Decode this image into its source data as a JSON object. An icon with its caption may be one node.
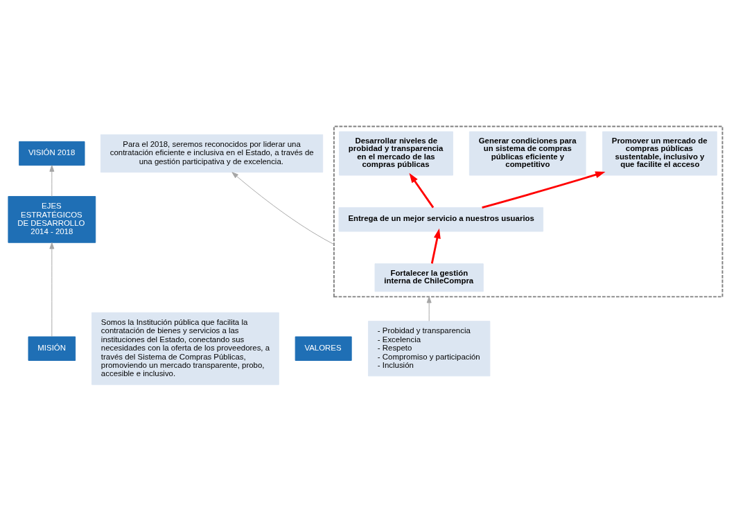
{
  "diagram": {
    "nodes": [
      {
        "text": [
          "VISIÓN 2018"
        ]
      },
      {
        "text": [
          "Para el 2018, seremos reconocidos por liderar una contratación eficiente e inclusiva en el Estado, a través de una gestión participativa y de excelencia."
        ]
      },
      {
        "text": [
          "EJES ESTRATÉGICOS DE DESARROLLO 2014 - 2018"
        ]
      },
      {
        "text": [],
        "shape": "box"
      },
      {
        "text": [
          "Desarrollar niveles de probidad y transparencia en el mercado de las compras públicas"
        ],
        "in": 3
      },
      {
        "text": [
          "Generar condiciones para un sistema de compras públicas eficiente y competitivo"
        ],
        "in": 3
      },
      {
        "text": [
          "Promover un mercado de compras públicas sustentable, inclusivo y que facilite el acceso"
        ],
        "in": 3
      },
      {
        "text": [
          "Entrega de un mejor servicio a nuestros usuarios"
        ],
        "in": 3
      },
      {
        "text": [
          "Fortalecer la gestión interna de ChileCompra"
        ],
        "in": 3
      },
      {
        "text": [
          "MISIÓN"
        ]
      },
      {
        "text": [
          "Somos la Institución pública que facilita la contratación de bienes y servicios a las instituciones del Estado, conectando sus necesidades con la oferta de los proveedores, a través del Sistema de Compras Públicas, promoviendo un mercado transparente, probo, accesible e inclusivo."
        ]
      },
      {
        "text": [
          "VALORES"
        ]
      },
      {
        "text": [
          "- Probidad y transparencia",
          "- Excelencia",
          "- Respeto",
          "- Compromiso y participación",
          "- Inclusión"
        ]
      }
    ],
    "edges": [
      {
        "from": 2,
        "to": 0,
        "arrow": "to",
        "color": "#a6a6a6"
      },
      {
        "from": 3,
        "to": 1,
        "arrow": "to",
        "color": "#a6a6a6"
      },
      {
        "from": 7,
        "to": 4,
        "arrow": "to",
        "style": "thick",
        "color": "#ff0000"
      },
      {
        "from": 7,
        "to": 6,
        "arrow": "to",
        "style": "thick",
        "color": "#ff0000"
      },
      {
        "from": 8,
        "to": 7,
        "arrow": "to",
        "style": "thick",
        "color": "#ff0000"
      },
      {
        "from": 9,
        "to": 2,
        "arrow": "to",
        "color": "#a6a6a6"
      },
      {
        "from": 12,
        "to": 3,
        "arrow": "to",
        "color": "#a6a6a6"
      }
    ]
  }
}
